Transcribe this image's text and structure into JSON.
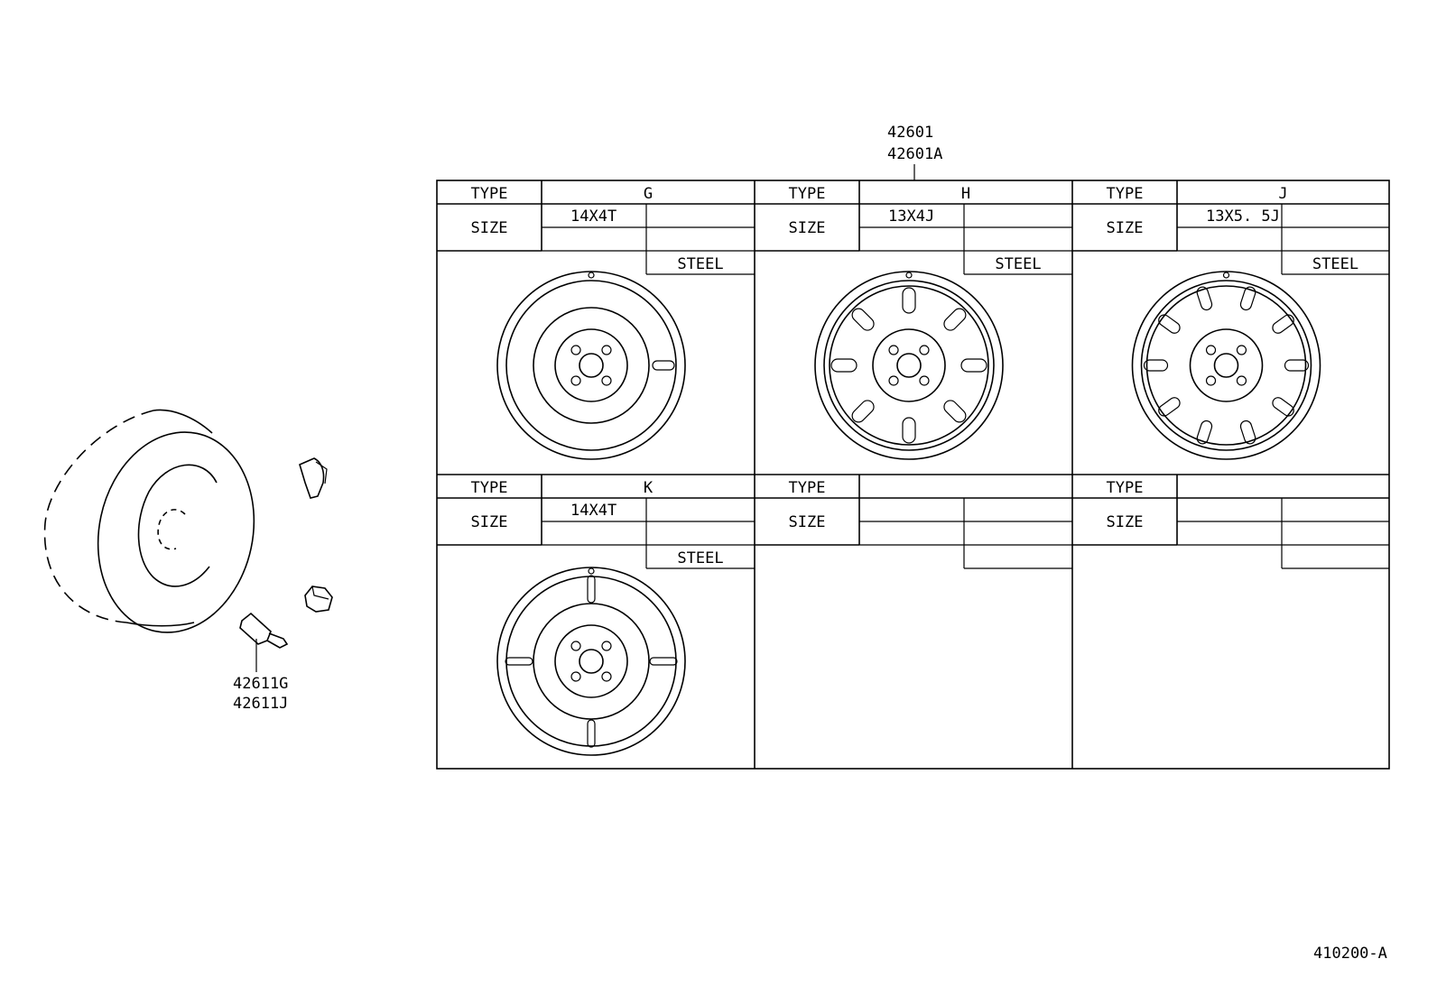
{
  "part_numbers": {
    "wheel_1": "42601",
    "wheel_2": "42601A",
    "valve_1": "42611G",
    "valve_2": "42611J"
  },
  "diagram_code": "410200-A",
  "table": {
    "type_label": "TYPE",
    "size_label": "SIZE",
    "cells": [
      {
        "type": "G",
        "size": "14X4T",
        "material": "STEEL",
        "wheel": "g"
      },
      {
        "type": "H",
        "size": "13X4J",
        "material": "STEEL",
        "wheel": "h"
      },
      {
        "type": "J",
        "size": "13X5. 5J",
        "material": "STEEL",
        "wheel": "j"
      },
      {
        "type": "K",
        "size": "14X4T",
        "material": "STEEL",
        "wheel": "k"
      },
      {
        "type": "",
        "size": "",
        "material": "",
        "wheel": ""
      },
      {
        "type": "",
        "size": "",
        "material": "",
        "wheel": ""
      }
    ]
  },
  "icons": {
    "wheel_assembly": "wheel-assembly-icon",
    "balance_weight": "balance-weight-icon",
    "valve_cap": "valve-cap-icon",
    "valve_stem": "valve-stem-icon"
  }
}
